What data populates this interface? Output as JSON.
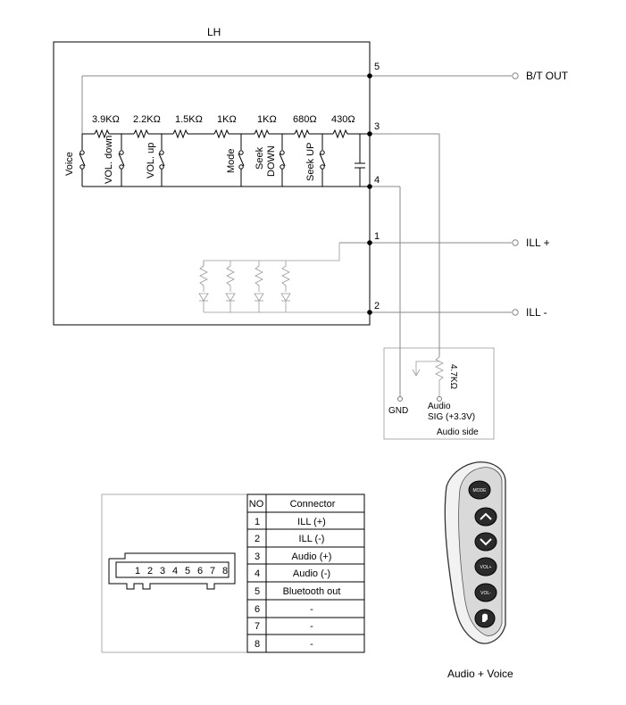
{
  "module_label": "LH",
  "outputs": {
    "bt_out": "B/T OUT",
    "ill_plus": "ILL +",
    "ill_minus": "ILL -"
  },
  "pins": {
    "p5": "5",
    "p3": "3",
    "p4": "4",
    "p1": "1",
    "p2": "2"
  },
  "resistors": [
    "3.9KΩ",
    "2.2KΩ",
    "1.5KΩ",
    "1KΩ",
    "1KΩ",
    "680Ω",
    "430Ω"
  ],
  "switches": {
    "voice": "Voice",
    "vol_down": "VOL. down",
    "vol_up": "VOL. up",
    "mode": "Mode",
    "seek_down_1": "Seek",
    "seek_down_2": "DOWN",
    "seek_up": "Seek UP"
  },
  "audio_side": {
    "resistor": "4.7KΩ",
    "gnd": "GND",
    "audio_1": "Audio",
    "audio_2": "SIG (+3.3V)",
    "label": "Audio side"
  },
  "connector_table": {
    "header_no": "NO",
    "header_connector": "Connector",
    "rows": [
      {
        "no": "1",
        "name": "ILL (+)"
      },
      {
        "no": "2",
        "name": "ILL (-)"
      },
      {
        "no": "3",
        "name": "Audio (+)"
      },
      {
        "no": "4",
        "name": "Audio (-)"
      },
      {
        "no": "5",
        "name": "Bluetooth out"
      },
      {
        "no": "6",
        "name": "-"
      },
      {
        "no": "7",
        "name": "-"
      },
      {
        "no": "8",
        "name": "-"
      }
    ]
  },
  "connector_pins": [
    "1",
    "2",
    "3",
    "4",
    "5",
    "6",
    "7",
    "8"
  ],
  "remote_buttons": {
    "mode": "MODE",
    "vol_plus": "VOL+",
    "vol_minus": "VOL-"
  },
  "remote_caption": "Audio + Voice"
}
